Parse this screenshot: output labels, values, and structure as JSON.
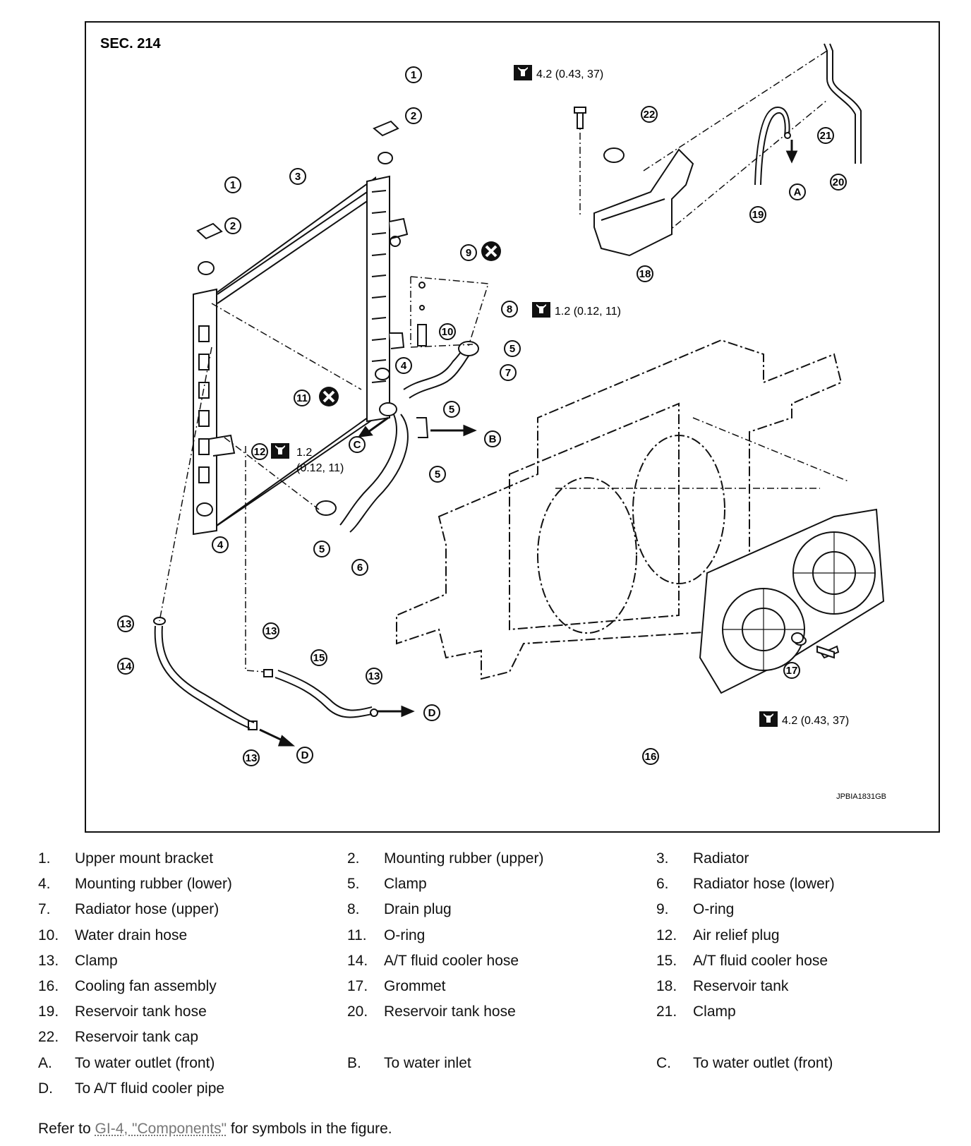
{
  "figure": {
    "section": "SEC. 214",
    "code": "JPBIA1831GB",
    "torques": {
      "t1": "4.2 (0.43, 37)",
      "t2": "1.2 (0.12, 11)",
      "t3_line1": "1.2",
      "t3_line2": "(0.12, 11)",
      "t4": "4.2 (0.43, 37)"
    },
    "callouts": [
      "1",
      "2",
      "3",
      "4",
      "5",
      "6",
      "7",
      "8",
      "9",
      "10",
      "11",
      "12",
      "13",
      "14",
      "15",
      "16",
      "17",
      "18",
      "19",
      "20",
      "21",
      "22",
      "A",
      "B",
      "C",
      "D"
    ]
  },
  "legend": [
    {
      "num": "1.",
      "label": "Upper mount bracket"
    },
    {
      "num": "2.",
      "label": "Mounting rubber (upper)"
    },
    {
      "num": "3.",
      "label": "Radiator"
    },
    {
      "num": "4.",
      "label": "Mounting rubber (lower)"
    },
    {
      "num": "5.",
      "label": "Clamp"
    },
    {
      "num": "6.",
      "label": "Radiator hose (lower)"
    },
    {
      "num": "7.",
      "label": "Radiator hose (upper)"
    },
    {
      "num": "8.",
      "label": "Drain plug"
    },
    {
      "num": "9.",
      "label": "O-ring"
    },
    {
      "num": "10.",
      "label": "Water drain hose"
    },
    {
      "num": "11.",
      "label": "O-ring"
    },
    {
      "num": "12.",
      "label": "Air relief plug"
    },
    {
      "num": "13.",
      "label": "Clamp"
    },
    {
      "num": "14.",
      "label": "A/T fluid cooler hose"
    },
    {
      "num": "15.",
      "label": "A/T fluid cooler hose"
    },
    {
      "num": "16.",
      "label": "Cooling fan assembly"
    },
    {
      "num": "17.",
      "label": "Grommet"
    },
    {
      "num": "18.",
      "label": "Reservoir tank"
    },
    {
      "num": "19.",
      "label": "Reservoir tank hose"
    },
    {
      "num": "20.",
      "label": "Reservoir tank hose"
    },
    {
      "num": "21.",
      "label": "Clamp"
    },
    {
      "num": "22.",
      "label": "Reservoir tank cap"
    },
    {
      "num": "A.",
      "label": "To water outlet (front)"
    },
    {
      "num": "B.",
      "label": "To water inlet"
    },
    {
      "num": "C.",
      "label": "To water outlet (front)"
    },
    {
      "num": "D.",
      "label": "To A/T fluid cooler pipe"
    }
  ],
  "footer": {
    "prefix": "Refer to ",
    "link": "GI-4, \"Components\"",
    "suffix": " for symbols in the figure."
  }
}
